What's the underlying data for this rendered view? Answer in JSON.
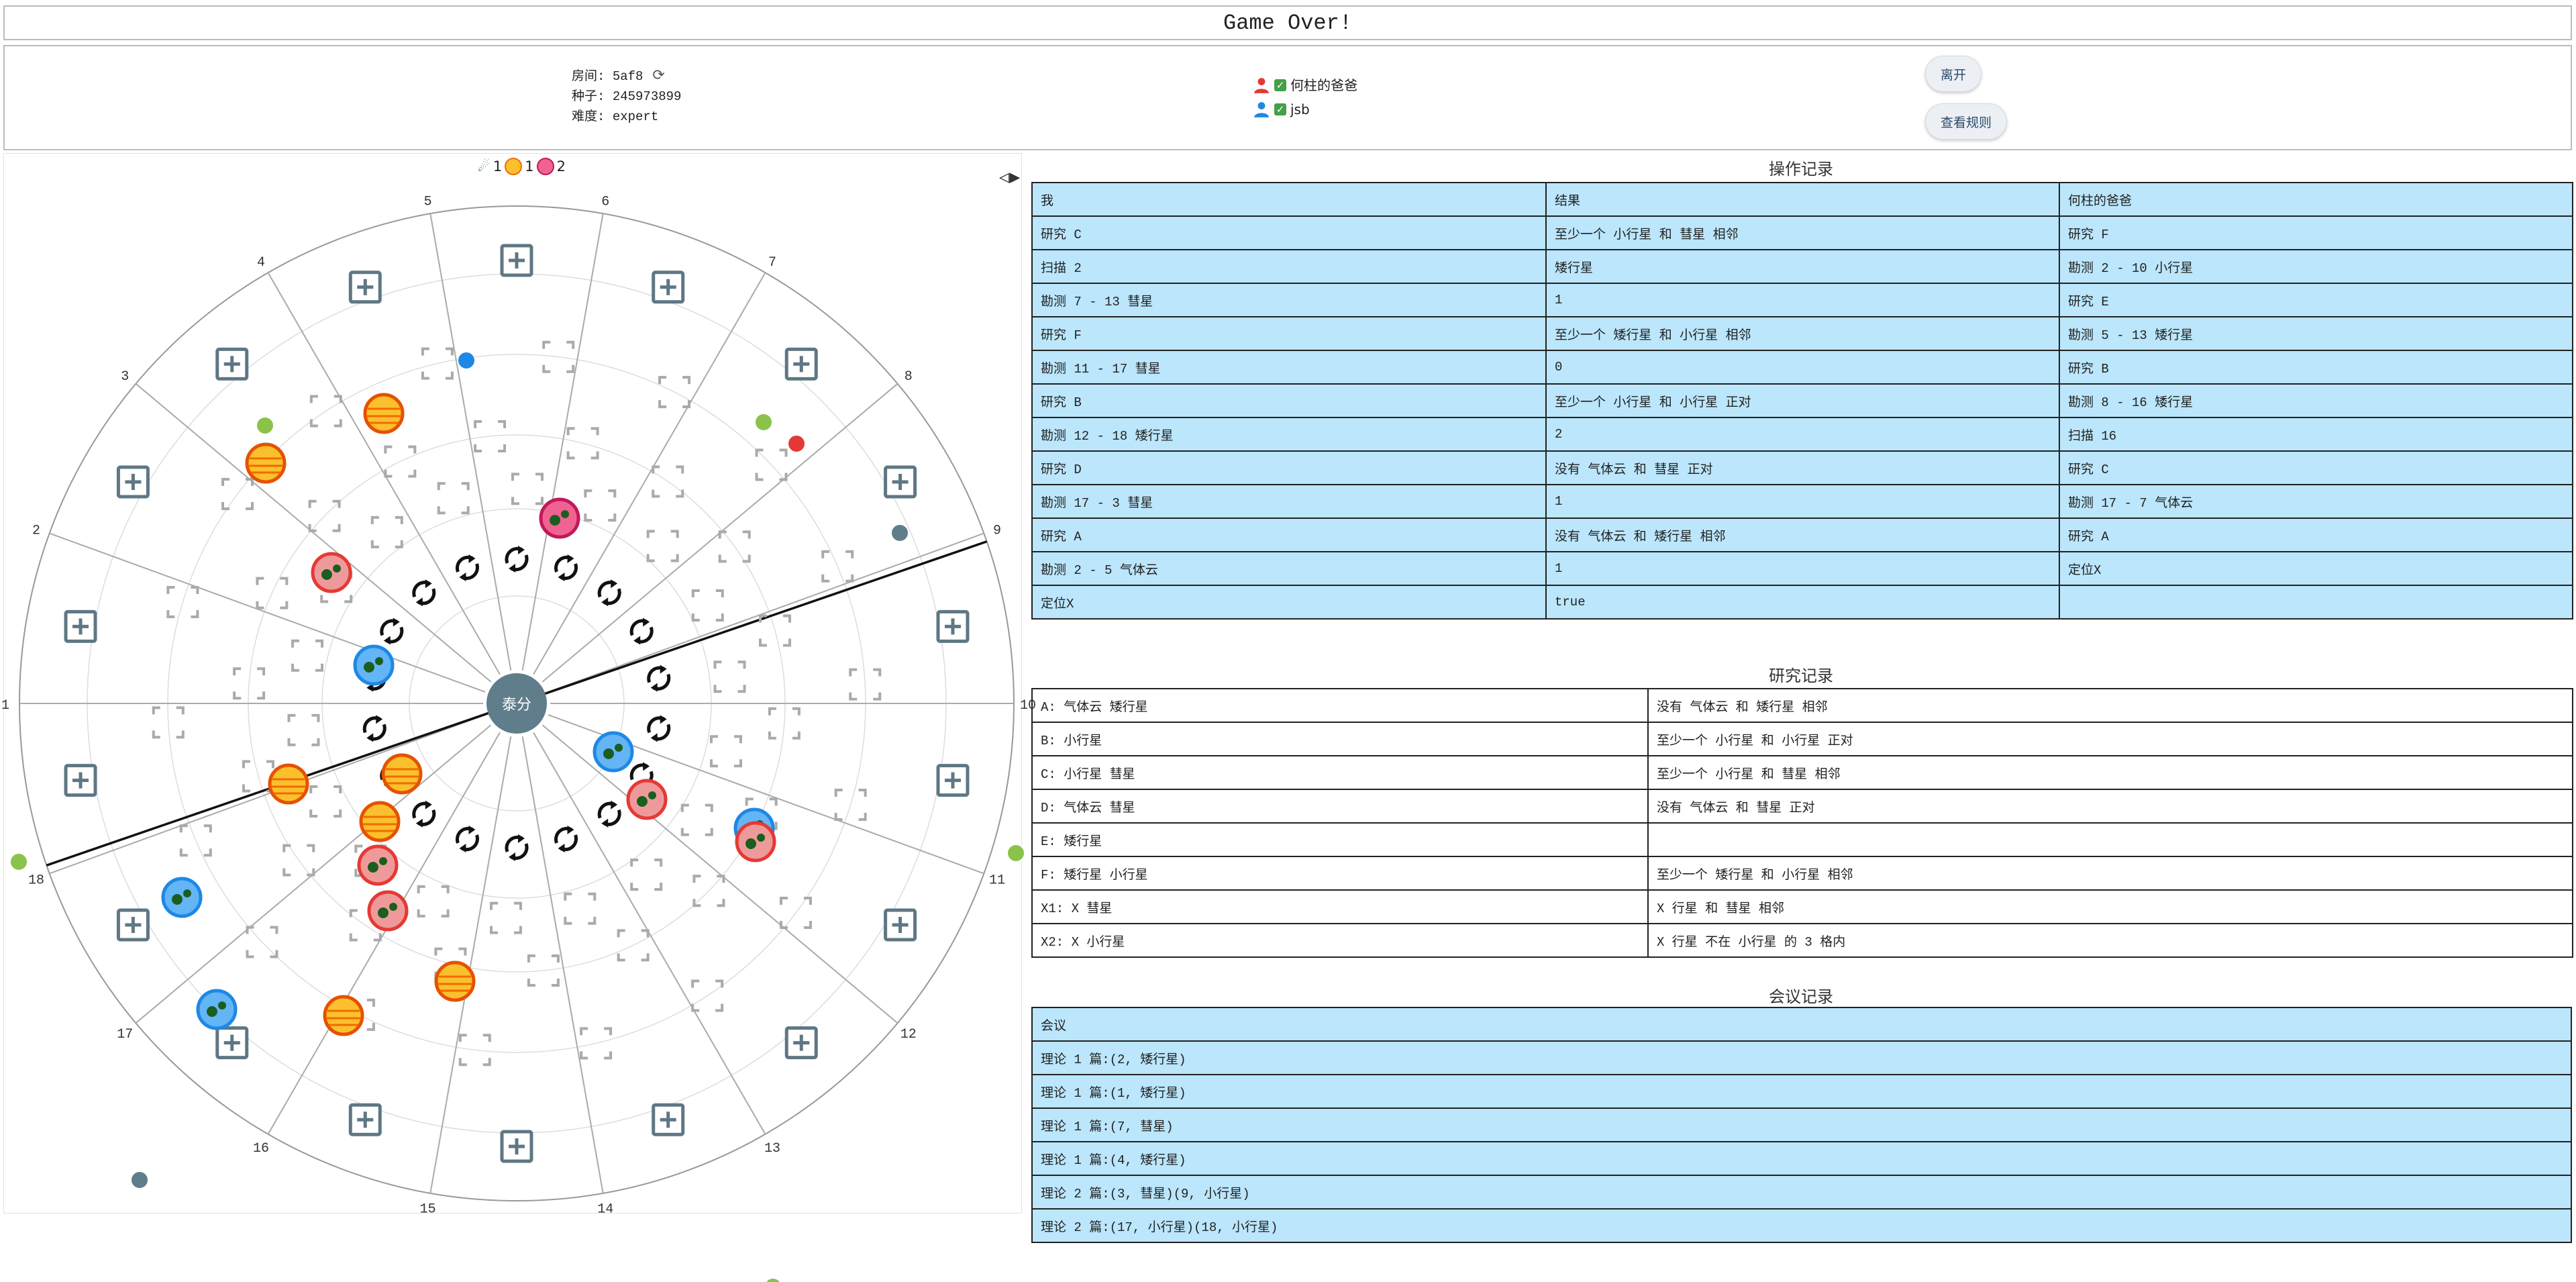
{
  "title": "Game Over!",
  "info": {
    "room_label": "房间:",
    "room": "5af8",
    "seed_label": "种子:",
    "seed": "245973899",
    "difficulty_label": "难度:",
    "difficulty": "expert"
  },
  "players": [
    {
      "name": "何柱的爸爸",
      "color": "#e53935"
    },
    {
      "name": "jsb",
      "color": "#1e88e5"
    }
  ],
  "buttons": {
    "leave": "离开",
    "rules": "查看规则"
  },
  "counters": {
    "a": "1",
    "b": "1",
    "c": "2"
  },
  "board": {
    "center_label": "泰分",
    "sector_labels": [
      "1",
      "2",
      "3",
      "4",
      "5",
      "6",
      "7",
      "8",
      "9",
      "10",
      "11",
      "12",
      "13",
      "14",
      "15",
      "16",
      "17",
      "18"
    ]
  },
  "operations": {
    "title": "操作记录",
    "headers": [
      "我",
      "结果",
      "何柱的爸爸"
    ],
    "rows": [
      [
        "研究 C",
        "至少一个 小行星 和 彗星 相邻",
        "研究 F"
      ],
      [
        "扫描 2",
        "矮行星",
        "勘测 2 - 10 小行星"
      ],
      [
        "勘测 7 - 13 彗星",
        "1",
        "研究 E"
      ],
      [
        "研究 F",
        "至少一个 矮行星 和 小行星 相邻",
        "勘测 5 - 13 矮行星"
      ],
      [
        "勘测 11 - 17 彗星",
        "0",
        "研究 B"
      ],
      [
        "研究 B",
        "至少一个 小行星 和 小行星 正对",
        "勘测 8 - 16 矮行星"
      ],
      [
        "勘测 12 - 18 矮行星",
        "2",
        "扫描 16"
      ],
      [
        "研究 D",
        "没有 气体云 和 彗星 正对",
        "研究 C"
      ],
      [
        "勘测 17 - 3 彗星",
        "1",
        "勘测 17 - 7 气体云"
      ],
      [
        "研究 A",
        "没有 气体云 和 矮行星 相邻",
        "研究 A"
      ],
      [
        "勘测 2 - 5 气体云",
        "1",
        "定位X"
      ],
      [
        "定位X",
        "true",
        ""
      ]
    ]
  },
  "research": {
    "title": "研究记录",
    "rows": [
      [
        "A: 气体云 矮行星",
        "没有 气体云 和 矮行星 相邻"
      ],
      [
        "B: 小行星",
        "至少一个 小行星 和 小行星 正对"
      ],
      [
        "C: 小行星 彗星",
        "至少一个 小行星 和 彗星 相邻"
      ],
      [
        "D: 气体云 彗星",
        "没有 气体云 和 彗星 正对"
      ],
      [
        "E: 矮行星",
        ""
      ],
      [
        "F: 矮行星 小行星",
        "至少一个 矮行星 和 小行星 相邻"
      ],
      [
        "X1: X 彗星",
        "X 行星 和 彗星 相邻"
      ],
      [
        "X2: X 小行星",
        "X 行星 不在 小行星 的 3 格内"
      ]
    ]
  },
  "meeting": {
    "title": "会议记录",
    "header": "会议",
    "rows": [
      "理论 1 篇:(2, 矮行星)",
      "理论 1 篇:(1, 矮行星)",
      "理论 1 篇:(7, 彗星)",
      "理论 1 篇:(4, 矮行星)",
      "理论 2 篇:(3, 彗星)(9, 小行星)",
      "理论 2 篇:(17, 小行星)(18, 小行星)"
    ]
  },
  "colors": {
    "table_blue": "#bbe6fb",
    "board_center": "#607d8b",
    "green_marker": "#8bc34a"
  }
}
